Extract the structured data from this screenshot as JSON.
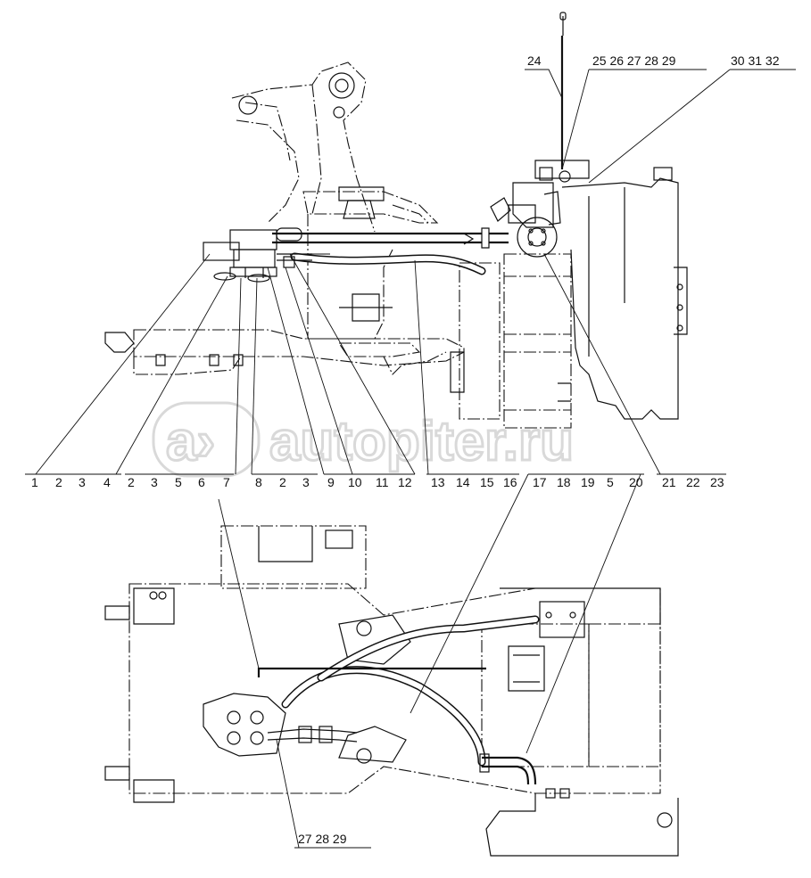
{
  "watermark": "autopiter.ru",
  "top_view": {
    "callouts_top": [
      "24",
      "25 26 27 28 29",
      "30 31 32"
    ],
    "callouts_bottom": [
      "1",
      "2",
      "3",
      "4",
      "2",
      "3",
      "5",
      "6",
      "7",
      "8",
      "2",
      "3",
      "9",
      "10",
      "11",
      "12",
      "13",
      "14",
      "15",
      "16",
      "21",
      "22",
      "23"
    ]
  },
  "bottom_view": {
    "callouts_top": [
      "17",
      "18",
      "19",
      "5",
      "20"
    ],
    "callouts_bottom": [
      "27 28 29"
    ]
  },
  "colors": {
    "line": "#111111",
    "watermark": "#d9d9d9"
  }
}
